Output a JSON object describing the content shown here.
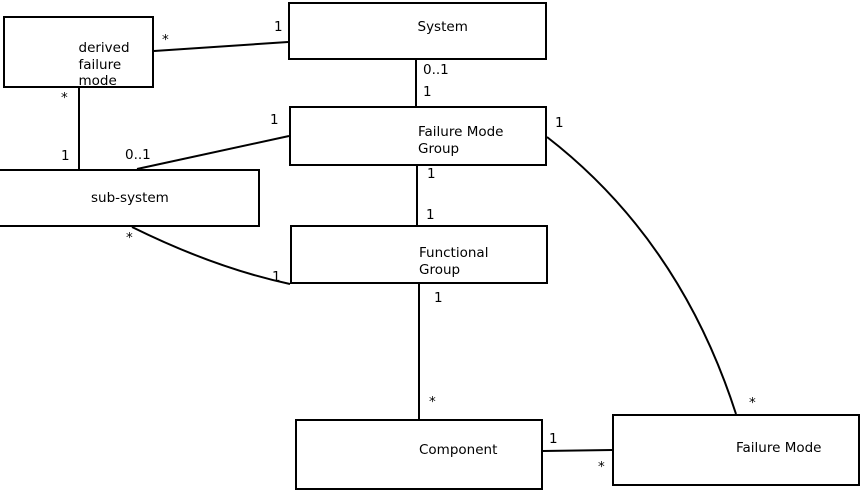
{
  "diagram": {
    "background_color": "#ffffff",
    "line_color": "#000000",
    "nodes": {
      "derived_failure_mode": {
        "lines": [
          "derived",
          "failure",
          "mode"
        ]
      },
      "system": {
        "lines": [
          "System"
        ]
      },
      "failure_mode_group": {
        "lines": [
          "Failure Mode",
          "Group"
        ]
      },
      "sub_system": {
        "lines": [
          "sub-system"
        ]
      },
      "functional_group": {
        "lines": [
          "Functional",
          "Group"
        ]
      },
      "component": {
        "lines": [
          "Component"
        ]
      },
      "failure_mode": {
        "lines": [
          "Failure Mode"
        ]
      }
    },
    "multiplicity": {
      "derived_system_star": "*",
      "derived_system_one": "1",
      "system_fmg_zero_one": "0..1",
      "system_fmg_one": "1",
      "derived_sub_star": "*",
      "derived_sub_one": "1",
      "sub_fmg_zero_one": "0..1",
      "sub_fmg_one": "1",
      "fmg_fg_one_upper": "1",
      "fmg_fg_one_lower": "1",
      "sub_fg_star": "*",
      "sub_fg_one": "1",
      "fg_comp_one": "1",
      "fg_comp_star": "*",
      "comp_fm_one": "1",
      "comp_fm_star": "*",
      "fmg_fm_one": "1",
      "fmg_fm_star": "*"
    }
  }
}
